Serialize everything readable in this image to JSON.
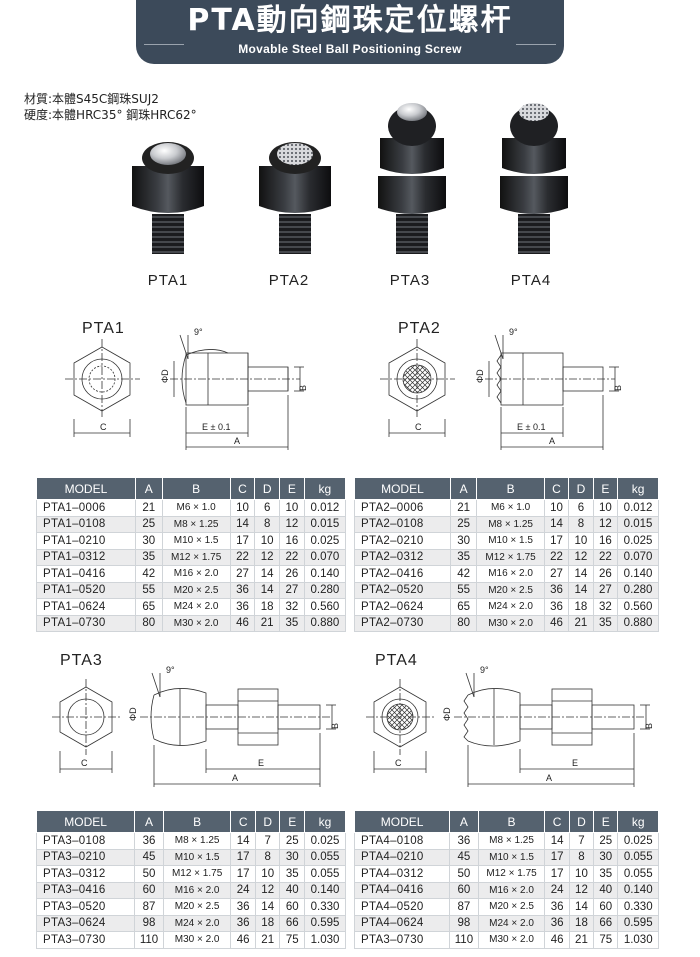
{
  "header": {
    "title": "PTA動向鋼珠定位螺杆",
    "subtitle": "Movable Steel Ball Positioning Screw"
  },
  "specs": {
    "material": "材質:本體S45C鋼珠SUJ2",
    "hardness": "硬度:本體HRC35°  鋼珠HRC62°"
  },
  "photos": [
    {
      "label": "PTA1"
    },
    {
      "label": "PTA2"
    },
    {
      "label": "PTA3"
    },
    {
      "label": "PTA4"
    }
  ],
  "diagrams": {
    "angle": "9°",
    "phi_d": "ΦD",
    "b": "B",
    "c": "C",
    "a": "A",
    "e_tol": "E ± 0.1",
    "e": "E",
    "pta1": "PTA1",
    "pta2": "PTA2",
    "pta3": "PTA3",
    "pta4": "PTA4"
  },
  "table_headers": [
    "MODEL",
    "A",
    "B",
    "C",
    "D",
    "E",
    "kg"
  ],
  "tables": {
    "pta1": [
      [
        "PTA1–0006",
        "21",
        "M6 × 1.0",
        "10",
        "6",
        "10",
        "0.012"
      ],
      [
        "PTA1–0108",
        "25",
        "M8 × 1.25",
        "14",
        "8",
        "12",
        "0.015"
      ],
      [
        "PTA1–0210",
        "30",
        "M10 × 1.5",
        "17",
        "10",
        "16",
        "0.025"
      ],
      [
        "PTA1–0312",
        "35",
        "M12 × 1.75",
        "22",
        "12",
        "22",
        "0.070"
      ],
      [
        "PTA1–0416",
        "42",
        "M16 × 2.0",
        "27",
        "14",
        "26",
        "0.140"
      ],
      [
        "PTA1–0520",
        "55",
        "M20 × 2.5",
        "36",
        "14",
        "27",
        "0.280"
      ],
      [
        "PTA1–0624",
        "65",
        "M24 × 2.0",
        "36",
        "18",
        "32",
        "0.560"
      ],
      [
        "PTA1–0730",
        "80",
        "M30 × 2.0",
        "46",
        "21",
        "35",
        "0.880"
      ]
    ],
    "pta2": [
      [
        "PTA2–0006",
        "21",
        "M6 × 1.0",
        "10",
        "6",
        "10",
        "0.012"
      ],
      [
        "PTA2–0108",
        "25",
        "M8 × 1.25",
        "14",
        "8",
        "12",
        "0.015"
      ],
      [
        "PTA2–0210",
        "30",
        "M10 × 1.5",
        "17",
        "10",
        "16",
        "0.025"
      ],
      [
        "PTA2–0312",
        "35",
        "M12 × 1.75",
        "22",
        "12",
        "22",
        "0.070"
      ],
      [
        "PTA2–0416",
        "42",
        "M16 × 2.0",
        "27",
        "14",
        "26",
        "0.140"
      ],
      [
        "PTA2–0520",
        "55",
        "M20 × 2.5",
        "36",
        "14",
        "27",
        "0.280"
      ],
      [
        "PTA2–0624",
        "65",
        "M24 × 2.0",
        "36",
        "18",
        "32",
        "0.560"
      ],
      [
        "PTA2–0730",
        "80",
        "M30 × 2.0",
        "46",
        "21",
        "35",
        "0.880"
      ]
    ],
    "pta3": [
      [
        "PTA3–0108",
        "36",
        "M8 × 1.25",
        "14",
        "7",
        "25",
        "0.025"
      ],
      [
        "PTA3–0210",
        "45",
        "M10 × 1.5",
        "17",
        "8",
        "30",
        "0.055"
      ],
      [
        "PTA3–0312",
        "50",
        "M12 × 1.75",
        "17",
        "10",
        "35",
        "0.055"
      ],
      [
        "PTA3–0416",
        "60",
        "M16 × 2.0",
        "24",
        "12",
        "40",
        "0.140"
      ],
      [
        "PTA3–0520",
        "87",
        "M20 × 2.5",
        "36",
        "14",
        "60",
        "0.330"
      ],
      [
        "PTA3–0624",
        "98",
        "M24 × 2.0",
        "36",
        "18",
        "66",
        "0.595"
      ],
      [
        "PTA3–0730",
        "110",
        "M30 × 2.0",
        "46",
        "21",
        "75",
        "1.030"
      ]
    ],
    "pta4": [
      [
        "PTA4–0108",
        "36",
        "M8 × 1.25",
        "14",
        "7",
        "25",
        "0.025"
      ],
      [
        "PTA4–0210",
        "45",
        "M10 × 1.5",
        "17",
        "8",
        "30",
        "0.055"
      ],
      [
        "PTA4–0312",
        "50",
        "M12 × 1.75",
        "17",
        "10",
        "35",
        "0.055"
      ],
      [
        "PTA4–0416",
        "60",
        "M16 × 2.0",
        "24",
        "12",
        "40",
        "0.140"
      ],
      [
        "PTA4–0520",
        "87",
        "M20 × 2.5",
        "36",
        "14",
        "60",
        "0.330"
      ],
      [
        "PTA4–0624",
        "98",
        "M24 × 2.0",
        "36",
        "18",
        "66",
        "0.595"
      ],
      [
        "PTA3–0730",
        "110",
        "M30 × 2.0",
        "46",
        "21",
        "75",
        "1.030"
      ]
    ]
  }
}
